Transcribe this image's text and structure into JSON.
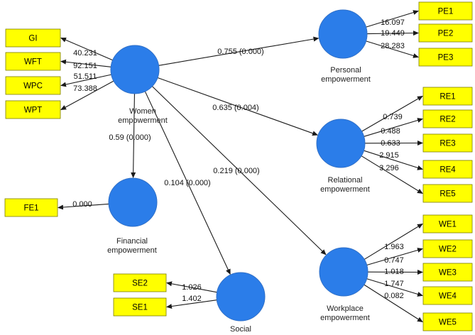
{
  "colors": {
    "construct_fill": "#2b7de9",
    "indicator_fill": "#ffff00",
    "edge": "#1a1a1a"
  },
  "constructs": {
    "women": {
      "label_lines": [
        "Women",
        "empowerment"
      ]
    },
    "personal": {
      "label_lines": [
        "Personal",
        "empowerment"
      ]
    },
    "relational": {
      "label_lines": [
        "Relational",
        "empowerment"
      ]
    },
    "workplace": {
      "label_lines": [
        "Workplace",
        "empowerment"
      ]
    },
    "financial": {
      "label_lines": [
        "Financial",
        "empowerment"
      ]
    },
    "social": {
      "label_lines": [
        "Social"
      ]
    }
  },
  "paths": {
    "women_personal": "0.755 (0.000)",
    "women_relational": "0.635 (0.004)",
    "women_workplace": "0.219 (0.000)",
    "women_social": "0.104 (0.000)",
    "women_financial": "0.59 (0.000)"
  },
  "indicators": {
    "women": [
      {
        "name": "GI",
        "loading": "40.231"
      },
      {
        "name": "WFT",
        "loading": "92.151"
      },
      {
        "name": "WPC",
        "loading": "51.511"
      },
      {
        "name": "WPT",
        "loading": "73.388"
      }
    ],
    "personal": [
      {
        "name": "PE1",
        "loading": "16.097"
      },
      {
        "name": "PE2",
        "loading": "19.449"
      },
      {
        "name": "PE3",
        "loading": "28.283"
      }
    ],
    "relational": [
      {
        "name": "RE1",
        "loading": "0.739"
      },
      {
        "name": "RE2",
        "loading": "0.488"
      },
      {
        "name": "RE3",
        "loading": "0.633"
      },
      {
        "name": "RE4",
        "loading": "2.915"
      },
      {
        "name": "RE5",
        "loading": "3.296"
      }
    ],
    "workplace": [
      {
        "name": "WE1",
        "loading": "1.963"
      },
      {
        "name": "WE2",
        "loading": "0.747"
      },
      {
        "name": "WE3",
        "loading": "1.018"
      },
      {
        "name": "WE4",
        "loading": "1.747"
      },
      {
        "name": "WE5",
        "loading": "0.082"
      }
    ],
    "financial": [
      {
        "name": "FE1",
        "loading": "0.000"
      }
    ],
    "social": [
      {
        "name": "SE2",
        "loading": "1.026"
      },
      {
        "name": "SE1",
        "loading": "1.402"
      }
    ]
  }
}
